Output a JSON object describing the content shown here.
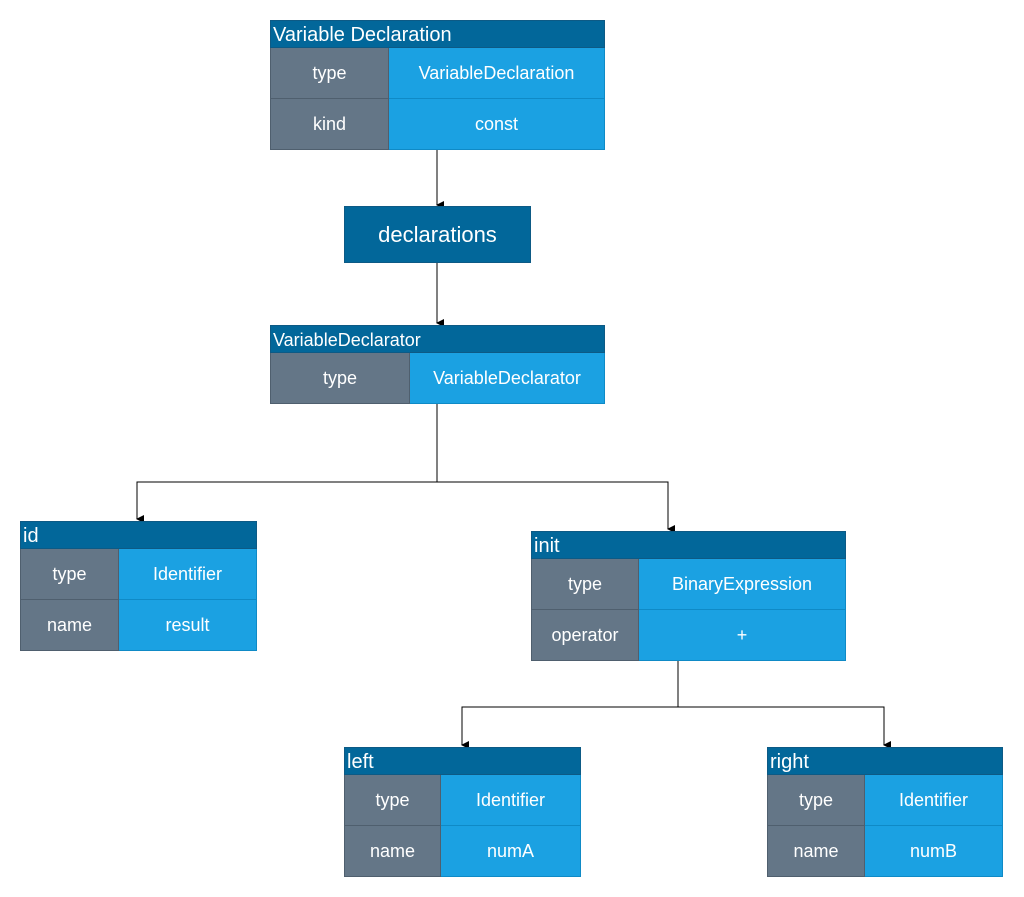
{
  "colors": {
    "header": "#02679a",
    "key_cell": "#647687",
    "value_cell": "#1ba1e2",
    "connector": "#000000"
  },
  "nodes": {
    "variable_declaration": {
      "title": "Variable Declaration",
      "rows": [
        {
          "key": "type",
          "value": "VariableDeclaration"
        },
        {
          "key": "kind",
          "value": "const"
        }
      ]
    },
    "declarations": {
      "label": "declarations"
    },
    "variable_declarator": {
      "title": "VariableDeclarator",
      "rows": [
        {
          "key": "type",
          "value": "VariableDeclarator"
        }
      ]
    },
    "id": {
      "title": "id",
      "rows": [
        {
          "key": "type",
          "value": "Identifier"
        },
        {
          "key": "name",
          "value": "result"
        }
      ]
    },
    "init": {
      "title": "init",
      "rows": [
        {
          "key": "type",
          "value": "BinaryExpression"
        },
        {
          "key": "operator",
          "value": "+"
        }
      ]
    },
    "left": {
      "title": "left",
      "rows": [
        {
          "key": "type",
          "value": "Identifier"
        },
        {
          "key": "name",
          "value": "numA"
        }
      ]
    },
    "right": {
      "title": "right",
      "rows": [
        {
          "key": "type",
          "value": "Identifier"
        },
        {
          "key": "name",
          "value": "numB"
        }
      ]
    }
  }
}
